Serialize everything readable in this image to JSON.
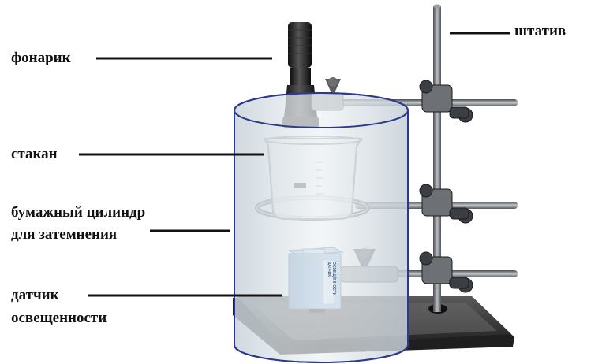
{
  "labels": {
    "flashlight": "фонарик",
    "beaker": "стакан",
    "cylinder_line1": "бумажный цилиндр",
    "cylinder_line2": "для затемнения",
    "sensor_line1": "датчик",
    "sensor_line2": "освещенности",
    "stand": "штатив"
  },
  "sensor_face_text": [
    "ДАТЧИК",
    "ОСВЕЩЁННОСТИ"
  ],
  "colors": {
    "cylinder_fill": "#dfe6ea",
    "cylinder_stroke": "#2c3a8c",
    "sensor_blue": "#8fb2d8",
    "base_dark": "#2b2b2b",
    "metal": "#7b7f83"
  }
}
